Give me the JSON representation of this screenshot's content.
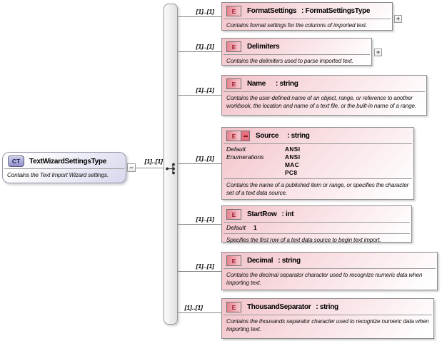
{
  "root": {
    "badge": "CT",
    "name": "TextWizardSettingsType",
    "description": "Contains the Text Import Wizard settings.",
    "cardinality": "[1]..[1]",
    "collapse_icon": "minus-box-icon",
    "collapse_glyph": "−"
  },
  "compositor": {
    "type": "sequence",
    "icon": "sequence-tree-icon",
    "child_count": 7
  },
  "elements": [
    {
      "badge": "E",
      "name": "FormatSettings",
      "type_label": ": FormatSettingsType",
      "cardinality": "[1]..[1]",
      "description": "Contains format settings for the columns of imported text.",
      "expand_icon": "plus-box-icon",
      "expand_glyph": "+"
    },
    {
      "badge": "E",
      "name": "Delimiters",
      "type_label": "",
      "cardinality": "[1]..[1]",
      "description": "Contains the delimiters used to parse imported text.",
      "expand_icon": "plus-box-icon",
      "expand_glyph": "+"
    },
    {
      "badge": "E",
      "name": "Name",
      "type_label": ": string",
      "cardinality": "[1]..[1]",
      "description": "Contains the user-defined name of an object, range, or reference to another workbook, the location and name of a text file, or the built-in name of a range."
    },
    {
      "badge": "E",
      "name": "Source",
      "type_label": ": string",
      "cardinality": "[1]..[1]",
      "modifier_icon": "dash-facet-icon",
      "props": [
        {
          "label": "Default",
          "value": "ANSI"
        },
        {
          "label": "Enumerations",
          "value": "ANSI"
        },
        {
          "label": "",
          "value": "MAC"
        },
        {
          "label": "",
          "value": "PC8"
        }
      ],
      "description": "Contains the name of a published item or range, or specifies the character set of a text data source."
    },
    {
      "badge": "E",
      "name": "StartRow",
      "type_label": ": int",
      "cardinality": "[1]..[1]",
      "props": [
        {
          "label": "Default",
          "value": "1"
        }
      ],
      "description": "Specifies the first row of a text data source to begin text import."
    },
    {
      "badge": "E",
      "name": "Decimal",
      "type_label": ": string",
      "cardinality": "[1]..[1]",
      "description": "Contains the decimal separator character used to recognize numeric data when importing text."
    },
    {
      "badge": "E",
      "name": "ThousandSeparator",
      "type_label": ": string",
      "cardinality": "[1]..[1]",
      "description": "Contains the thousands separator character used to recognize numeric data when importing text."
    }
  ],
  "colors": {
    "element_fill": "#f2c2c9",
    "element_badge": "#e5828e",
    "root_fill": "#d8d8ee",
    "root_badge": "#9898cd",
    "border": "#8c8c8c",
    "line": "#8a8a8a",
    "modifier_red": "#e4717d"
  }
}
